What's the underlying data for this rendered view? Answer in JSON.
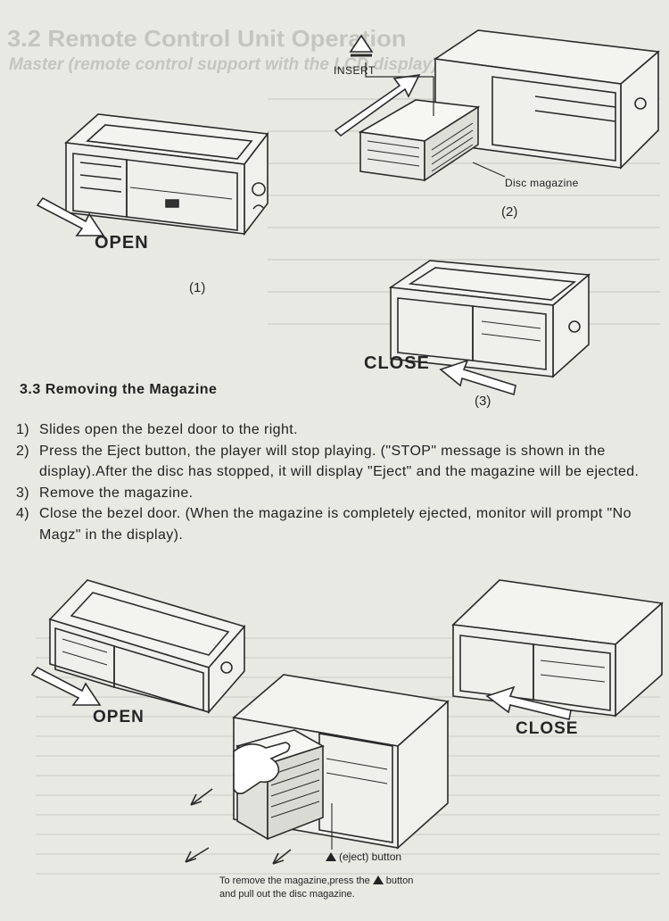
{
  "figure1": {
    "open_label": "OPEN",
    "number": "(1)"
  },
  "figure2": {
    "insert_label": "INSERT",
    "magazine_label": "Disc magazine",
    "number": "(2)"
  },
  "figure3": {
    "close_label": "CLOSE",
    "number": "(3)"
  },
  "section": {
    "heading": "3.3 Removing the Magazine",
    "steps": [
      {
        "num": "1)",
        "text": "Slides open the bezel door to the right."
      },
      {
        "num": "2)",
        "text": "Press the Eject button, the player will stop playing. (\"STOP\" message is shown in the display).After the disc has stopped, it will display \"Eject\" and the magazine will be ejected."
      },
      {
        "num": "3)",
        "text": "Remove the magazine."
      },
      {
        "num": "4)",
        "text": "Close the bezel door. (When the magazine is completely ejected, monitor will prompt \"No Magz\" in the display)."
      }
    ]
  },
  "bottom_figures": {
    "open_label": "OPEN",
    "close_label": "CLOSE",
    "eject_label": "(eject) button",
    "caption_line1_a": "To remove the magazine,press the",
    "caption_line1_b": "button",
    "caption_line2": "and pull out the disc magazine."
  },
  "bleed_through": {
    "title": "3.2 Remote Control Unit Operation",
    "subtitle": "Master (remote control support with the LCD display)"
  },
  "icons": [
    "eject-triangle-icon",
    "arrow-icon"
  ]
}
